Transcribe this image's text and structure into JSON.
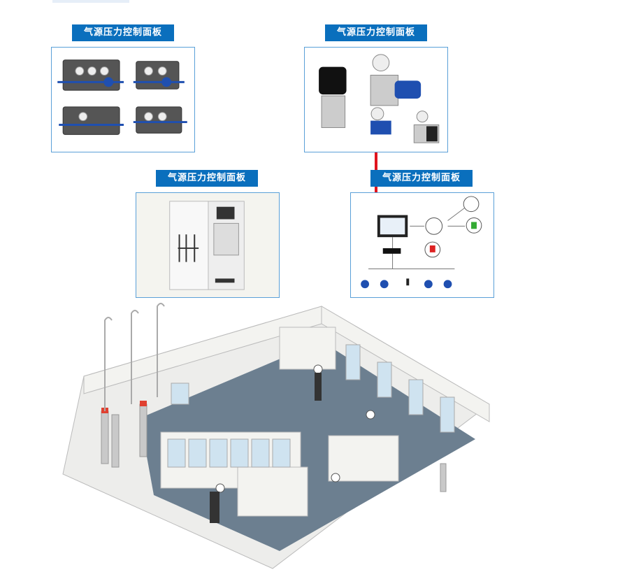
{
  "panels": [
    {
      "title": "气源压力控制面板"
    },
    {
      "title": "气源压力控制面板"
    },
    {
      "title": "气源压力控制面板"
    },
    {
      "title": "气源压力控制面板"
    }
  ],
  "colors": {
    "label_bg": "#0a6fbd",
    "border": "#5aa0d8",
    "connector": "#e0141e"
  }
}
